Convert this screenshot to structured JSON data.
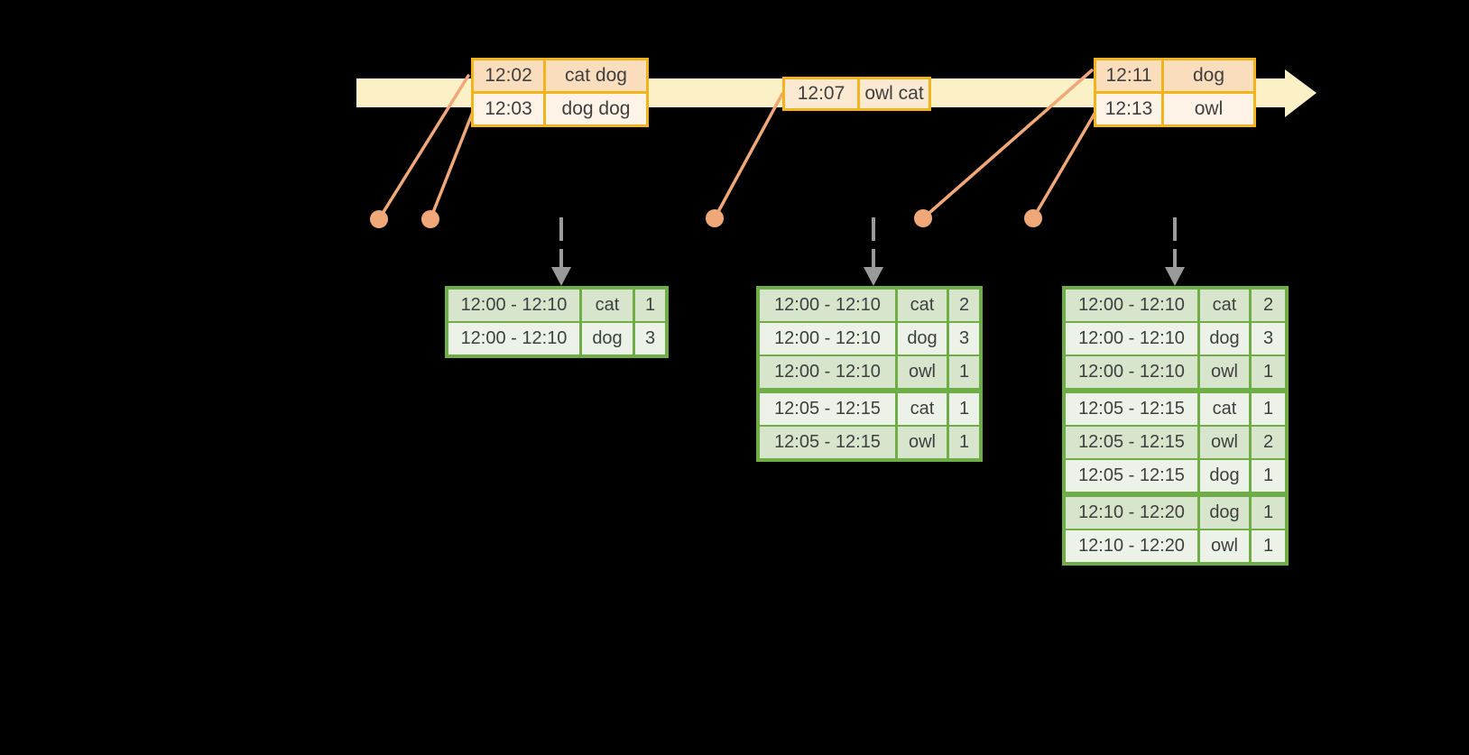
{
  "colors": {
    "band": "#FBF0C6",
    "amber": "#F2B31C",
    "salmon": "#F1A878",
    "green": "#6FAD47",
    "arrow-gray": "#9A9A9A",
    "text": "#3F3F3F",
    "event-row-dark": "#FADDBD",
    "event-row-light": "#FDF3E6",
    "event-row-mid": "#FCE9D2",
    "result-row-dark": "#D8E5CD",
    "result-row-light": "#EDF2E8"
  },
  "event_tables": [
    {
      "rows": [
        [
          "12:02",
          "cat dog"
        ],
        [
          "12:03",
          "dog dog"
        ]
      ]
    },
    {
      "rows": [
        [
          "12:07",
          "owl cat"
        ]
      ]
    },
    {
      "rows": [
        [
          "12:11",
          "dog"
        ],
        [
          "12:13",
          "owl"
        ]
      ]
    }
  ],
  "result_tables": [
    {
      "rows": [
        [
          "12:00 - 12:10",
          "cat",
          "1"
        ],
        [
          "12:00 - 12:10",
          "dog",
          "3"
        ]
      ]
    },
    {
      "rows": [
        [
          "12:00 - 12:10",
          "cat",
          "2"
        ],
        [
          "12:00 - 12:10",
          "dog",
          "3"
        ],
        [
          "12:00 - 12:10",
          "owl",
          "1"
        ],
        [
          "12:05 - 12:15",
          "cat",
          "1"
        ],
        [
          "12:05 - 12:15",
          "owl",
          "1"
        ]
      ]
    },
    {
      "rows": [
        [
          "12:00 - 12:10",
          "cat",
          "2"
        ],
        [
          "12:00 - 12:10",
          "dog",
          "3"
        ],
        [
          "12:00 - 12:10",
          "owl",
          "1"
        ],
        [
          "12:05 - 12:15",
          "cat",
          "1"
        ],
        [
          "12:05 - 12:15",
          "owl",
          "2"
        ],
        [
          "12:05 - 12:15",
          "dog",
          "1"
        ],
        [
          "12:10 - 12:20",
          "dog",
          "1"
        ],
        [
          "12:10 - 12:20",
          "owl",
          "1"
        ]
      ]
    }
  ]
}
